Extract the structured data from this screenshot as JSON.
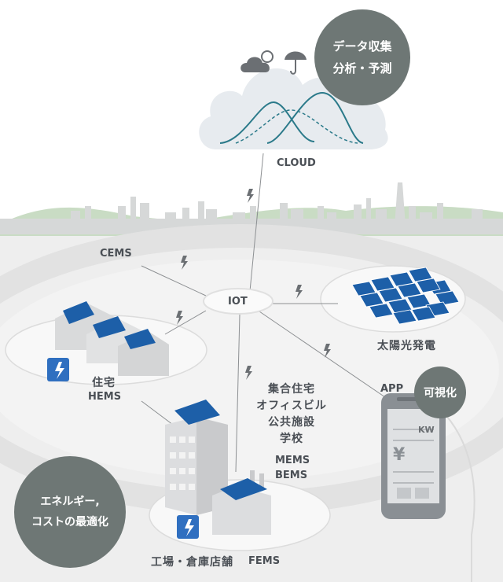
{
  "bubbles": {
    "data": {
      "line1": "データ収集",
      "line2": "分析・予測"
    },
    "visualize": {
      "label": "可視化"
    },
    "energy": {
      "line1": "エネルギー,",
      "line2": "コストの最適化"
    }
  },
  "labels": {
    "cloud": "CLOUD",
    "cems": "CEMS",
    "iot": "IOT",
    "solar": "太陽光発電",
    "housing": "住宅",
    "hems": "HEMS",
    "buildings": [
      "集合住宅",
      "オフィスビル",
      "公共施設",
      "学校"
    ],
    "mems": "MEMS",
    "bems": "BEMS",
    "app": "APP",
    "factory": "工場・倉庫店舗",
    "fems": "FEMS",
    "phone_kw": "KW",
    "phone_yen": "¥"
  },
  "colors": {
    "bubble": "#6e7775",
    "text": "#4a4f55",
    "solar_panel": "#1d5fa8",
    "battery": "#2f6fc0",
    "line": "#8c8f92",
    "wave": "#2b7a8a"
  }
}
